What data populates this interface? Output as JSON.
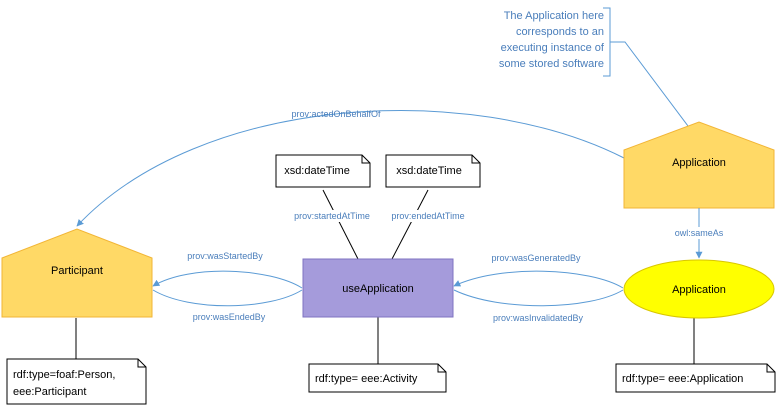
{
  "annotation": {
    "lines": [
      "The Application here",
      "corresponds to an",
      "executing instance of",
      "some stored software"
    ]
  },
  "nodes": {
    "agent_app": {
      "label": "Application"
    },
    "participant": {
      "label": "Participant"
    },
    "activity": {
      "label": "useApplication"
    },
    "entity_app": {
      "label": "Application"
    }
  },
  "notes": {
    "started_type": "xsd:dateTime",
    "ended_type": "xsd:dateTime",
    "participant_type": [
      "rdf:type=foaf:Person,",
      "eee:Participant"
    ],
    "activity_type": "rdf:type= eee:Activity",
    "application_type": "rdf:type= eee:Application"
  },
  "edges": {
    "acted_on_behalf_of": "prov:actedOnBehalfOf",
    "was_started_by": "prov:wasStartedBy",
    "was_ended_by": "prov:wasEndedBy",
    "started_at_time": "prov:startedAtTime",
    "ended_at_time": "prov:endedAtTime",
    "was_generated_by": "prov:wasGeneratedBy",
    "was_invalidated_by": "prov:wasInvalidatedBy",
    "same_as": "owl:sameAs"
  },
  "colors": {
    "agent_fill": "#FFD966",
    "agent_stroke": "#F2B535",
    "activity_fill": "#A59BDB",
    "activity_stroke": "#7F73C2",
    "entity_fill": "#FFFF00",
    "entity_stroke": "#D9C600",
    "edge": "#5B9BD5",
    "edge_label": "#4A7EBB"
  }
}
